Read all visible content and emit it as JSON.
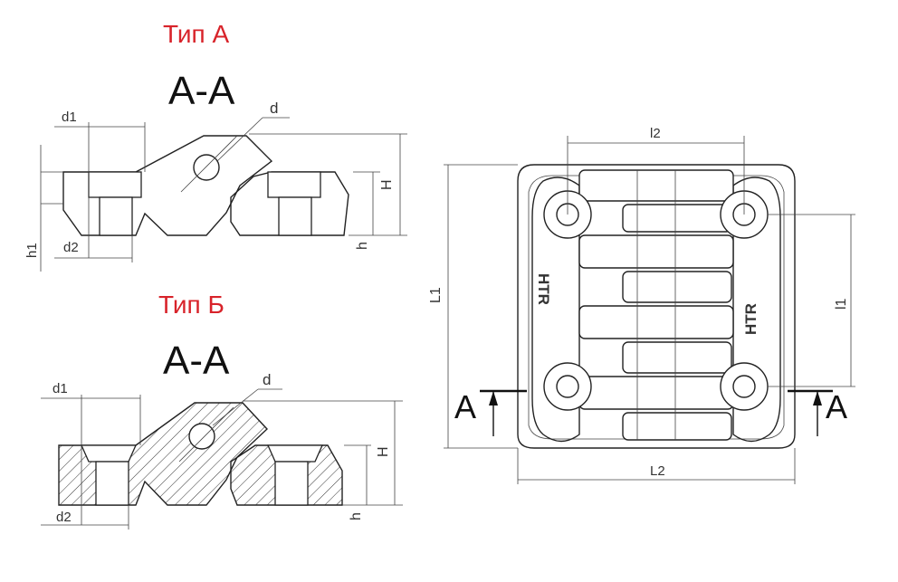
{
  "type_a": {
    "title": "Тип А",
    "section": "А-А"
  },
  "type_b": {
    "title": "Тип Б",
    "section": "А-А"
  },
  "dims_a": {
    "d1": "d1",
    "d": "d",
    "H": "H",
    "h": "h",
    "h1": "h1",
    "d2": "d2"
  },
  "dims_b": {
    "d1": "d1",
    "d": "d",
    "H": "H",
    "h": "h",
    "d2": "d2"
  },
  "plan": {
    "l2": "l2",
    "L1": "L1",
    "l1": "l1",
    "L2": "L2",
    "cut_left": "A",
    "cut_right": "A",
    "logo_text": "HTR"
  },
  "colors": {
    "title_red": "#d8232a",
    "line": "#222222"
  }
}
